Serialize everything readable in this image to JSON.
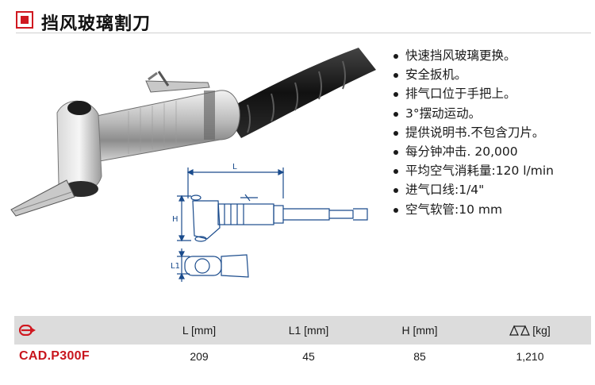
{
  "header": {
    "title": "挡风玻璃割刀"
  },
  "features": [
    "快速挡风玻璃更换。",
    "安全扳机。",
    "排气口位于手把上。",
    "3°摆动运动。",
    "提供说明书.不包含刀片。",
    "每分钟冲击. 20,000",
    "平均空气消耗量:120 l/min",
    "进气口线:1/4\"",
    "空气软管:10 mm"
  ],
  "diagram": {
    "dim_l": "L",
    "dim_h": "H",
    "dim_l1": "L1"
  },
  "table": {
    "columns": [
      "L [mm]",
      "L1 [mm]",
      "H [mm]",
      "[kg]"
    ],
    "rows": [
      {
        "model": "CAD.P300F",
        "values": [
          "209",
          "45",
          "85",
          "1,210"
        ]
      }
    ]
  },
  "colors": {
    "brand_red": "#d01820",
    "table_header": "#dcdcdc"
  },
  "icons": {
    "title": "red-square-icon",
    "reference": "facom-arrow-icon",
    "weight": "scale-icon"
  }
}
